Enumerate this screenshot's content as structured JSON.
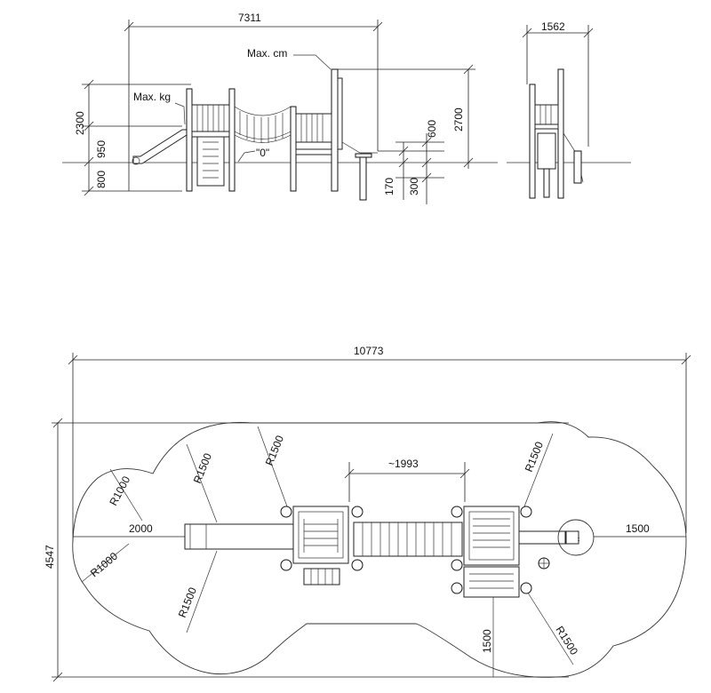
{
  "labels": {
    "side_width": "7311",
    "end_width": "1562",
    "max_cm": "Max. cm",
    "max_kg": "Max. kg",
    "h_2300": "2300",
    "h_950": "950",
    "h_800": "800",
    "zero": "\"0\"",
    "h_2700": "2700",
    "h_600": "600",
    "h_170": "170",
    "h_300": "300",
    "total_length": "10773",
    "total_width": "4547",
    "bridge_length": "~1993",
    "d_2000": "2000",
    "d_1500_right": "1500",
    "d_1500_bottom": "1500",
    "r_1000_top": "R1000",
    "r_1000_left": "R1000",
    "r_1500_a": "R1500",
    "r_1500_b": "R1500",
    "r_1500_c": "R1500",
    "r_1500_d": "R1500",
    "r_1500_e": "R1500"
  },
  "icons": [
    "arrow-icon",
    "steering-wheel-icon"
  ]
}
